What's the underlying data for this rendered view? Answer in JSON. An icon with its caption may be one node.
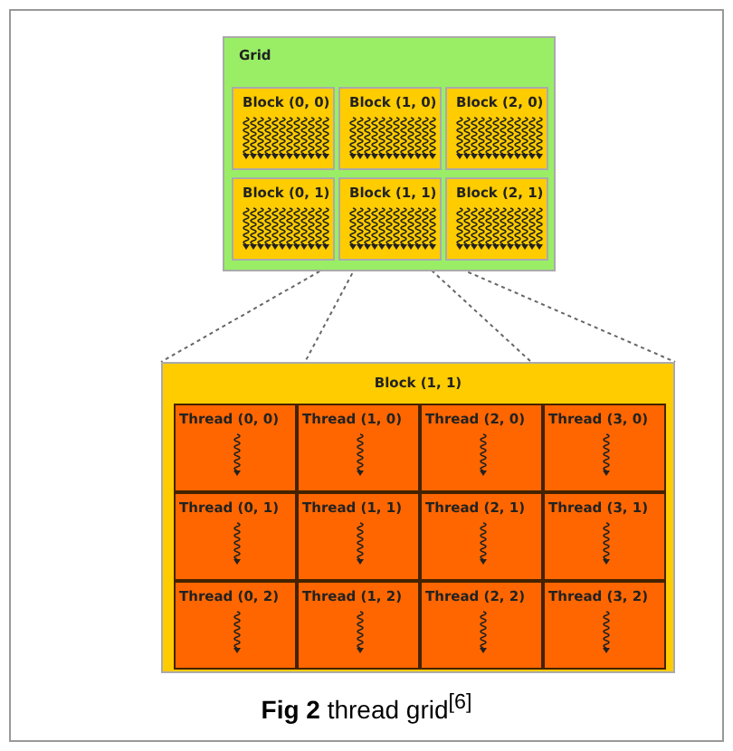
{
  "diagram": {
    "caption": "**Fig 2** thread grid$^{[6]}$",
    "nodes": [
      {
        "text": [
          "Grid"
        ]
      },
      {
        "text": [
          "Block (0, 0)"
        ],
        "in": 0
      },
      {
        "text": [
          "Block (1, 0)"
        ],
        "in": 0
      },
      {
        "text": [
          "Block (2, 0)"
        ],
        "in": 0
      },
      {
        "text": [
          "Block (0, 1)"
        ],
        "in": 0
      },
      {
        "text": [
          "Block (1, 1)"
        ],
        "in": 0
      },
      {
        "text": [
          "Block (2, 1)"
        ],
        "in": 0
      },
      {
        "text": [
          "Block (1, 1)"
        ]
      },
      {
        "text": [
          "Thread (0, 0)"
        ],
        "in": 7
      },
      {
        "text": [
          "Thread (1, 0)"
        ],
        "in": 7
      },
      {
        "text": [
          "Thread (2, 0)"
        ],
        "in": 7
      },
      {
        "text": [
          "Thread (3, 0)"
        ],
        "in": 7
      },
      {
        "text": [
          "Thread (0, 1)"
        ],
        "in": 7
      },
      {
        "text": [
          "Thread (1, 1)"
        ],
        "in": 7
      },
      {
        "text": [
          "Thread (2, 1)"
        ],
        "in": 7
      },
      {
        "text": [
          "Thread (3, 1)"
        ],
        "in": 7
      },
      {
        "text": [
          "Thread (0, 2)"
        ],
        "in": 7
      },
      {
        "text": [
          "Thread (1, 2)"
        ],
        "in": 7
      },
      {
        "text": [
          "Thread (2, 2)"
        ],
        "in": 7
      },
      {
        "text": [
          "Thread (3, 2)"
        ],
        "in": 7
      }
    ],
    "edges": [
      {
        "from": 5,
        "to": 7,
        "arrow": "none",
        "style": "dashed"
      },
      {
        "from": 5,
        "to": 7,
        "arrow": "none",
        "style": "dashed"
      },
      {
        "from": 5,
        "to": 7,
        "arrow": "none",
        "style": "dashed"
      },
      {
        "from": 5,
        "to": 7,
        "arrow": "none",
        "style": "dashed"
      }
    ]
  }
}
